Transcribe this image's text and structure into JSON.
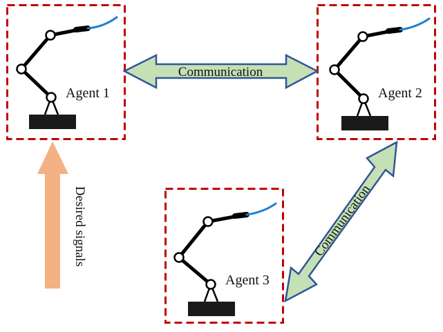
{
  "diagram": {
    "type": "multi-agent-communication",
    "colors": {
      "agent_border": "#c00000",
      "comm_arrow_fill": "#c5e0b4",
      "comm_arrow_stroke": "#2f5597",
      "desired_arrow_fill": "#f4b183",
      "robot_body": "#000000",
      "robot_cable": "#1f7fd0",
      "robot_base": "#1a1a1a",
      "text": "#111111"
    },
    "agents": [
      {
        "id": "agent1",
        "label": "Agent 1"
      },
      {
        "id": "agent2",
        "label": "Agent 2"
      },
      {
        "id": "agent3",
        "label": "Agent 3"
      }
    ],
    "links": [
      {
        "from": "agent1",
        "to": "agent2",
        "label": "Communication",
        "direction": "bidirectional"
      },
      {
        "from": "agent2",
        "to": "agent3",
        "label": "Communication",
        "direction": "bidirectional"
      }
    ],
    "input": {
      "label": "Desired signals",
      "target": "agent1"
    }
  }
}
